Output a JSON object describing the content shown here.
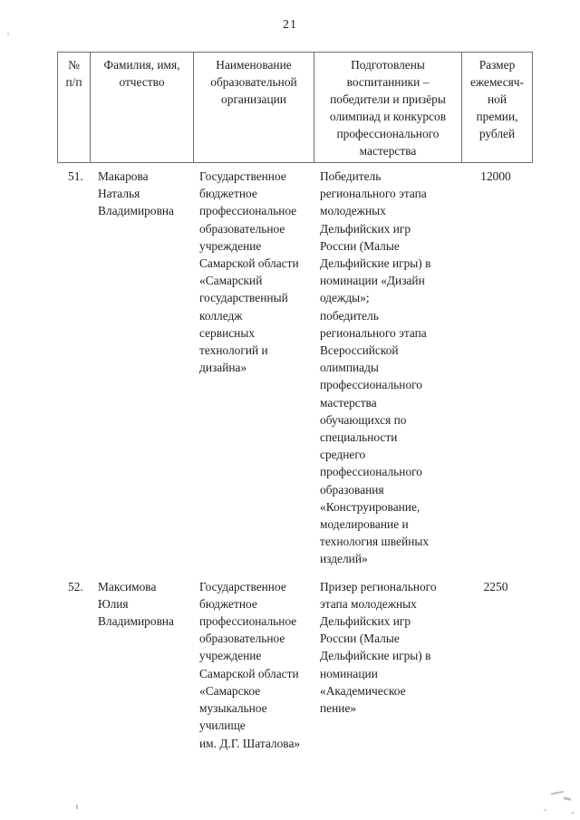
{
  "page": {
    "number": "21"
  },
  "table": {
    "headers": [
      "№\nп/п",
      "Фамилия, имя,\nотчество",
      "Наименование\nобразовательной\nорганизации",
      "Подготовлены\nвоспитанники –\nпобедители и призёры\nолимпиад и конкурсов\nпрофессионального\nмастерства",
      "Размер\nежемесяч-\nной\nпремии,\nрублей"
    ],
    "rows": [
      {
        "num": "51.",
        "name": "Макарова\nНаталья\nВладимировна",
        "organization": "Государственное\nбюджетное\nпрофессиональное\nобразовательное\nучреждение\nСамарской области\n«Самарский\nгосударственный\nколледж\nсервисных\nтехнологий и\nдизайна»",
        "achievement": "Победитель\nрегионального этапа\nмолодежных\nДельфийских игр\nРоссии (Малые\nДельфийские игры) в\nноминации «Дизайн\nодежды»;\nпобедитель\nрегионального этапа\nВсероссийской\nолимпиады\nпрофессионального\nмастерства\nобучающихся по\nспециальности\nсреднего\nпрофессионального\nобразования\n«Конструирование,\nмоделирование и\nтехнология швейных\nизделий»",
        "premium": "12000"
      },
      {
        "num": "52.",
        "name": "Максимова\nЮлия\nВладимировна",
        "organization": "Государственное\nбюджетное\nпрофессиональное\nобразовательное\nучреждение\nСамарской области\n«Самарское\nмузыкальное\nучилище\nим. Д.Г. Шаталова»",
        "achievement": "Призер регионального\nэтапа молодежных\nДельфийских игр\nРоссии (Малые\nДельфийские игры) в\nноминации\n«Академическое\nпение»",
        "premium": "2250"
      }
    ]
  }
}
